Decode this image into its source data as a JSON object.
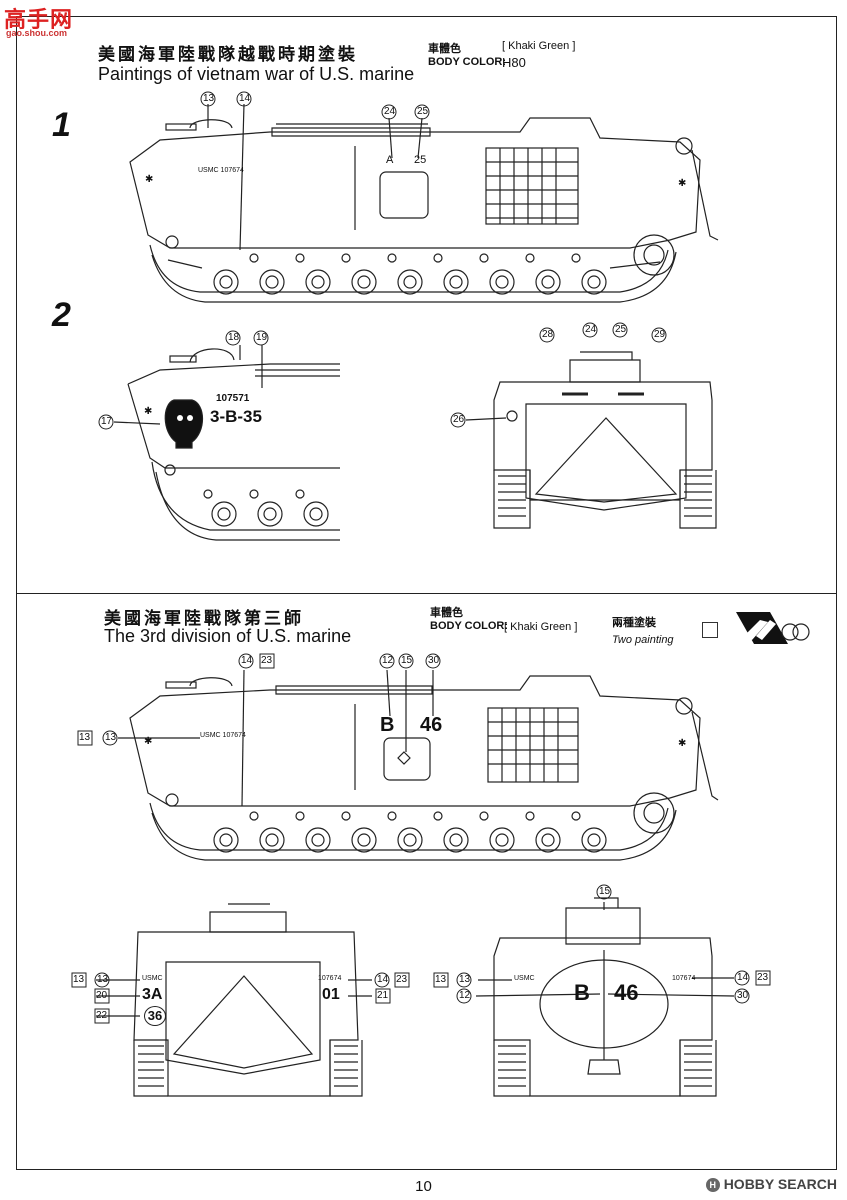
{
  "watermark": {
    "brand": "高手网",
    "url": "gao.shou.com"
  },
  "section1": {
    "title_cn": "美國海軍陸戰隊越戰時期塗裝",
    "title_en": "Paintings of vietnam war of U.S. marine",
    "body_color_cn": "車體色",
    "body_color_en": "BODY COLOR:",
    "color_name": "[ Khaki Green ]",
    "color_code": "H80"
  },
  "section2": {
    "title_cn": "美國海軍陸戰隊第三師",
    "title_en": "The 3rd division of U.S. marine",
    "body_color_cn": "車體色",
    "body_color_en": "BODY COLOR:",
    "color_name": "[ Khaki Green ]",
    "two_painting_cn": "兩種塗裝",
    "two_painting_en": "Two painting"
  },
  "steps": {
    "one": "1",
    "two": "2"
  },
  "markings": {
    "usmc_serial": "USMC 107674",
    "usmc": "USMC",
    "serial": "107674",
    "serial_alt": "107571",
    "hull_a25": "A",
    "hull_a25_num": "25",
    "hull_3b35": "3-B-35",
    "hull_b46_letter": "B",
    "hull_b46_num": "46",
    "tag_3a": "3A",
    "tag_36": "36",
    "tag_01": "01"
  },
  "callouts": {
    "c12": "12",
    "c13": "13",
    "c14": "14",
    "c15": "15",
    "c17": "17",
    "c18": "18",
    "c19": "19",
    "c20": "20",
    "c21": "21",
    "c22": "22",
    "c23": "23",
    "c24": "24",
    "c25": "25",
    "c26": "26",
    "c28": "28",
    "c29": "29",
    "c30": "30"
  },
  "footer": {
    "page_number": "10",
    "brand": "HOBBY SEARCH",
    "brand_initial": "H"
  }
}
